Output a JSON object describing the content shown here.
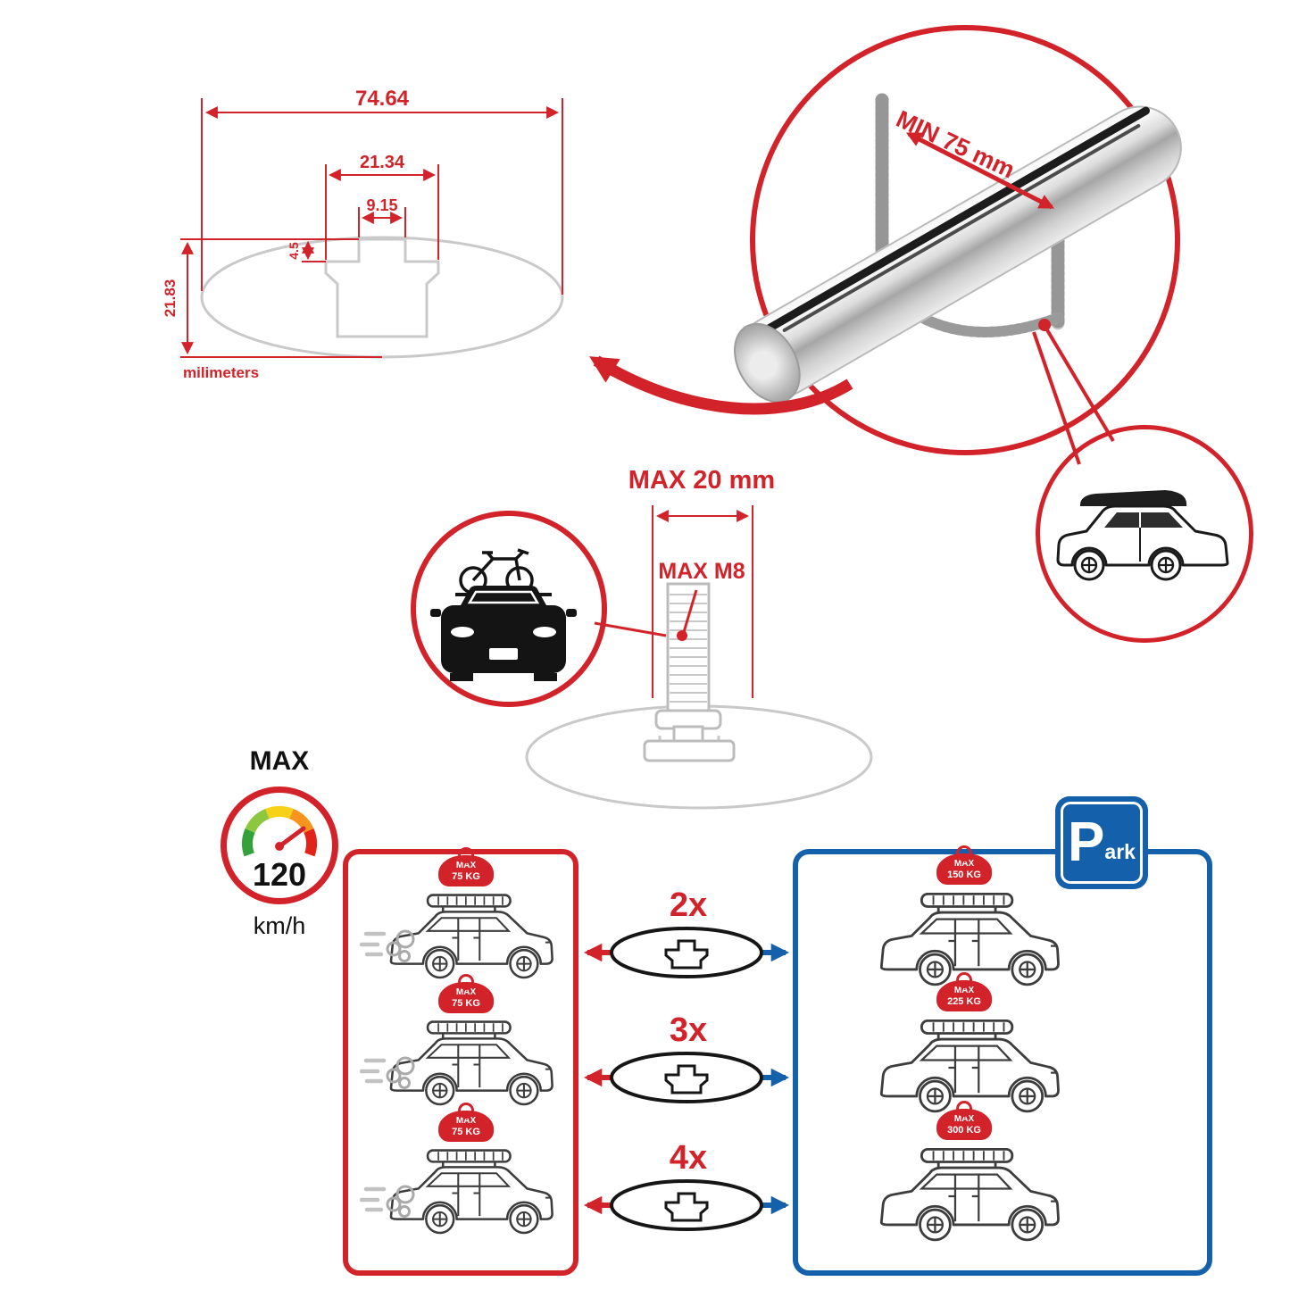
{
  "colors": {
    "accent_red": "#d2232a",
    "accent_blue": "#1460ab",
    "diagram_gray": "#c9c9c9",
    "ink": "#1a1a1a"
  },
  "dimension_diagram": {
    "total_width": "74.64",
    "flange_width": "21.34",
    "slot_width": "9.15",
    "step_height": "4.5",
    "total_height": "21.83",
    "units_label": "milimeters"
  },
  "bar_detail": {
    "min_clamp_span_label": "MIN 75 mm"
  },
  "bolt_detail": {
    "max_plate_width_label": "MAX 20 mm",
    "max_thread_label": "MAX M8"
  },
  "speed_limit": {
    "title": "MAX",
    "value": "120",
    "unit": "km/h"
  },
  "parking_sign": {
    "letter": "P",
    "suffix": "ark"
  },
  "comparison": {
    "rows": [
      {
        "count": "2x",
        "driving_tag": {
          "line1": "MAX",
          "line2": "75 KG"
        },
        "parked_tag": {
          "line1": "MAX",
          "line2": "150 KG"
        }
      },
      {
        "count": "3x",
        "driving_tag": {
          "line1": "MAX",
          "line2": "75 KG"
        },
        "parked_tag": {
          "line1": "MAX",
          "line2": "225 KG"
        }
      },
      {
        "count": "4x",
        "driving_tag": {
          "line1": "MAX",
          "line2": "75 KG"
        },
        "parked_tag": {
          "line1": "MAX",
          "line2": "300 KG"
        }
      }
    ]
  }
}
